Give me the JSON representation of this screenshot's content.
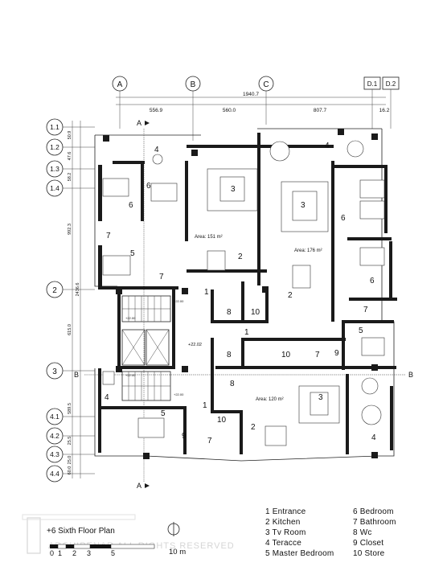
{
  "grid": {
    "top_labels": [
      "A",
      "B",
      "C",
      "D.1",
      "D.2"
    ],
    "left_labels": [
      "1.1",
      "1.2",
      "1.3",
      "1.4",
      "2",
      "3",
      "4.1",
      "4.2",
      "4.3",
      "4.4"
    ]
  },
  "dimensions": {
    "overall": "1940.7",
    "top_segments": [
      "556.9",
      "560.0",
      "807.7",
      "16.2"
    ],
    "left_segments": [
      "50.9",
      "47.6",
      "58.2",
      "992.3",
      "2436.6",
      "615.0",
      "589.5",
      "25.5",
      "25.0",
      "60.0"
    ]
  },
  "section_markers": {
    "a": "A",
    "b": "B"
  },
  "levels": [
    "+22.02",
    "+22.00",
    "+22.00",
    "+22.00",
    "+22.00"
  ],
  "areas": [
    "Area: 151 m²",
    "Area: 176 m²",
    "Area: 120 m²"
  ],
  "room_numbers": {
    "unit1": [
      "4",
      "6",
      "3",
      "6",
      "7",
      "5",
      "2",
      "7",
      "1",
      "8",
      "10"
    ],
    "unit2": [
      "4",
      "3",
      "6",
      "6",
      "7",
      "2",
      "5"
    ],
    "core": [
      "1",
      "8",
      "8",
      "10",
      "7",
      "9"
    ],
    "unit3": [
      "4",
      "3",
      "5",
      "2",
      "1",
      "10",
      "9",
      "7",
      "4"
    ]
  },
  "title": "+6 Sixth Floor Plan",
  "watermark": "ARCHIPENAR ALL RIGHTS RESERVED",
  "scale": {
    "ticks": [
      "0",
      "1",
      "2",
      "3",
      "5"
    ],
    "label": "10 m"
  },
  "legend": [
    "1 Entrance",
    "2 Kitchen",
    "3 Tv Room",
    "4 Teracce",
    "5 Master Bedroom",
    "6 Bedroom",
    "7 Bathroom",
    "8 Wc",
    "9 Closet",
    "10 Store"
  ]
}
